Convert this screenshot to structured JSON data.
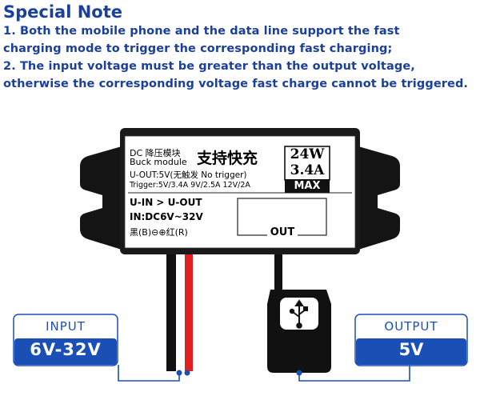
{
  "note": {
    "title": "Special Note",
    "lines": [
      "1. Both the mobile phone and the data line support the fast",
      "charging mode to trigger the corresponding fast charging;",
      "2. The input voltage must be greater than the output voltage,",
      "otherwise the corresponding voltage fast charge cannot be triggered."
    ]
  },
  "module": {
    "line1_prefix": "DC  降压模块",
    "line2_prefix": "Buck module",
    "big_title": "支持快充",
    "uout": "U-OUT:5V(无触发 No trigger)",
    "trigger": "Trigger:5V/3.4A  9V/2.5A 12V/2A",
    "watt": "24W",
    "amp": "3.4A",
    "max": "MAX",
    "uin_uout": "U-IN > U-OUT",
    "in_range": "IN:DC6V~32V",
    "polarity": "黑(B)⊖⊕红(R)",
    "out": "OUT"
  },
  "input_box": {
    "label": "INPUT",
    "value": "6V-32V"
  },
  "output_box": {
    "label": "OUTPUT",
    "value": "5V"
  },
  "colors": {
    "accent_blue": "#1a4fb5",
    "note_blue": "#1b3f9c",
    "wire_red": "#e02020",
    "wire_black": "#111111"
  }
}
